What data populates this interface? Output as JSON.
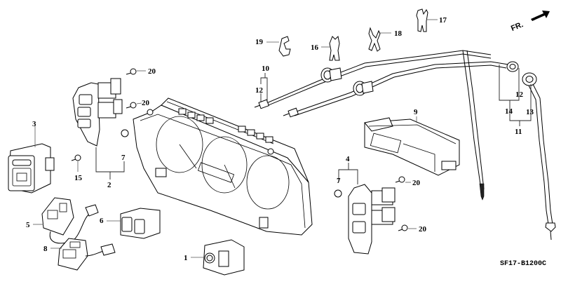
{
  "diagram": {
    "type": "exploded-parts-diagram",
    "direction_indicator": "FR.",
    "diagram_code": "SF17-B1200C",
    "callouts": [
      {
        "id": "c1",
        "label": "1",
        "part": "switch-with-dial"
      },
      {
        "id": "c2",
        "label": "2",
        "part": "left-switch-panel-assembly"
      },
      {
        "id": "c3",
        "label": "3",
        "part": "square-switch"
      },
      {
        "id": "c4",
        "label": "4",
        "part": "right-switch-panel-assembly"
      },
      {
        "id": "c5",
        "label": "5",
        "part": "switch-with-harness"
      },
      {
        "id": "c6",
        "label": "6",
        "part": "double-switch"
      },
      {
        "id": "c7a",
        "label": "7",
        "part": "bulb-socket-left"
      },
      {
        "id": "c7b",
        "label": "7",
        "part": "bulb-socket-right"
      },
      {
        "id": "c8",
        "label": "8",
        "part": "switch-with-harness-lower"
      },
      {
        "id": "c9",
        "label": "9",
        "part": "display-unit"
      },
      {
        "id": "c10",
        "label": "10",
        "part": "cable-assembly-a"
      },
      {
        "id": "c11",
        "label": "11",
        "part": "cable-assembly-b"
      },
      {
        "id": "c12a",
        "label": "12",
        "part": "cable-end-a"
      },
      {
        "id": "c12b",
        "label": "12",
        "part": "cable-end-b"
      },
      {
        "id": "c13",
        "label": "13",
        "part": "cable-gear-end"
      },
      {
        "id": "c14",
        "label": "14",
        "part": "cable-b-inner"
      },
      {
        "id": "c15",
        "label": "15",
        "part": "screw"
      },
      {
        "id": "c16",
        "label": "16",
        "part": "clip-a"
      },
      {
        "id": "c17",
        "label": "17",
        "part": "clip-b"
      },
      {
        "id": "c18",
        "label": "18",
        "part": "clip-c"
      },
      {
        "id": "c19",
        "label": "19",
        "part": "clip-d"
      },
      {
        "id": "c20a",
        "label": "20",
        "part": "screw-1"
      },
      {
        "id": "c20b",
        "label": "20",
        "part": "screw-2"
      },
      {
        "id": "c20c",
        "label": "20",
        "part": "screw-3"
      },
      {
        "id": "c20d",
        "label": "20",
        "part": "screw-4"
      }
    ]
  }
}
